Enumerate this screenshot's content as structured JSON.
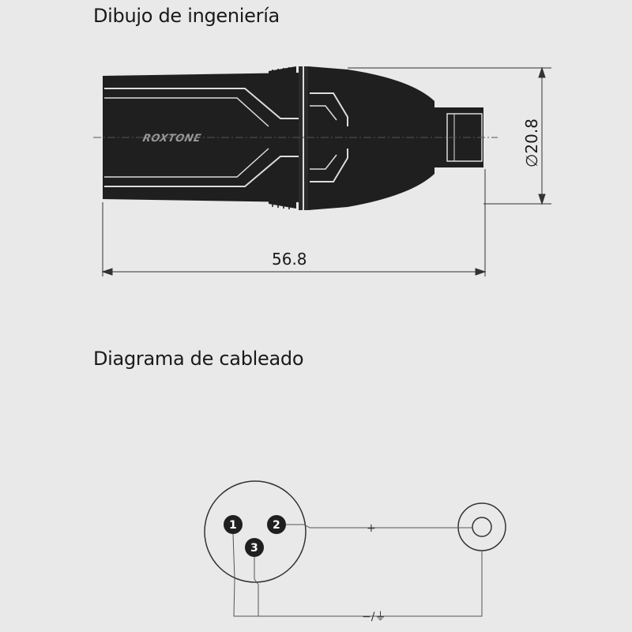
{
  "engineering": {
    "title": "Dibujo de ingeniería",
    "brand": "ROXTONE",
    "length_label": "56.8",
    "diameter_label": "∅20.8"
  },
  "wiring": {
    "title": "Diagrama de cableado",
    "pins": {
      "p1": "1",
      "p2": "2",
      "p3": "3"
    },
    "signal_label": "+",
    "ground_label": "−/⏚"
  }
}
